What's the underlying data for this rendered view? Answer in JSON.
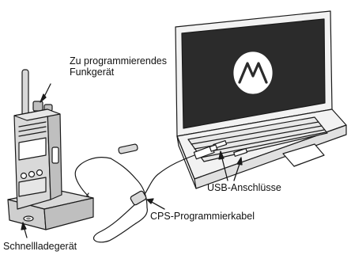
{
  "labels": {
    "radio_line1": "Zu programmierendes",
    "radio_line2": "Funkgerät",
    "usb_ports": "USB-Anschlüsse",
    "cps_cable": "CPS-Programmierkabel",
    "charger": "Schnellladegerät"
  },
  "icons": {
    "laptop_logo": "motorola-logo-icon"
  },
  "colors": {
    "line": "#1a1a1a",
    "screen": "#2b2b2b",
    "device_fill": "#d9d9d9",
    "laptop_fill": "#f2f2f2"
  }
}
